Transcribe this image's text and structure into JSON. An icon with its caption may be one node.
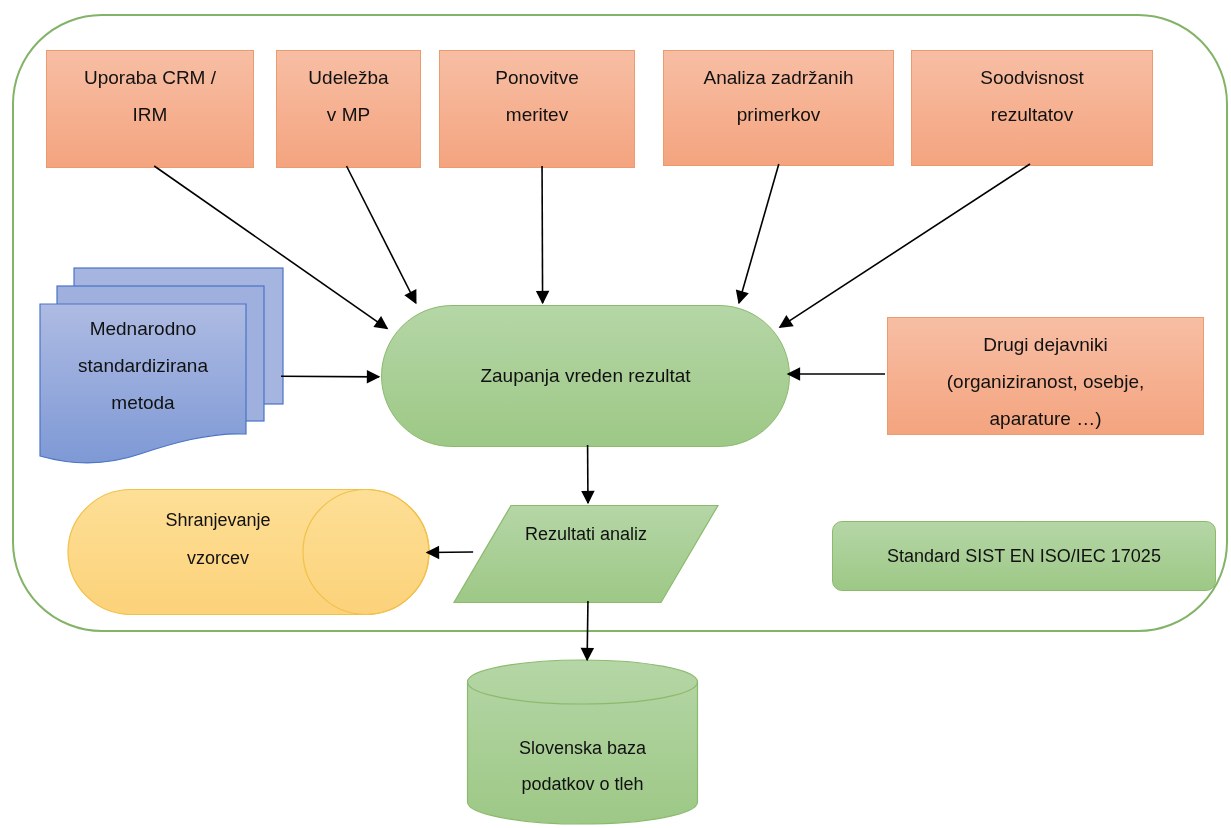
{
  "diagram": {
    "nodes": [
      {
        "text": [],
        "shape": "box"
      },
      {
        "text": [
          "Uporaba CRM / IRM"
        ],
        "in": 0
      },
      {
        "text": [
          "Udeležba v MP"
        ],
        "in": 0
      },
      {
        "text": [
          "Ponovitve meritev"
        ],
        "in": 0
      },
      {
        "text": [
          "Analiza zadržanih primerkov"
        ],
        "in": 0
      },
      {
        "text": [
          "Soodvisnost rezultatov"
        ],
        "in": 0
      },
      {
        "text": [
          "Mednarodno standardizirana metoda"
        ],
        "in": 0
      },
      {
        "text": [
          "Zaupanja vreden rezultat"
        ],
        "in": 0
      },
      {
        "text": [
          "Drugi dejavniki (organiziranost, osebje, aparature …)"
        ],
        "in": 0
      },
      {
        "text": [
          "Shranjevanje vzorcev"
        ],
        "in": 0
      },
      {
        "text": [
          "Rezultati analiz"
        ],
        "in": 0
      },
      {
        "text": [
          "Standard SIST EN ISO/IEC 17025"
        ],
        "in": 0
      },
      {
        "text": [
          "Slovenska baza podatkov o tleh"
        ]
      }
    ],
    "edges": [
      {
        "from": 1,
        "to": 7,
        "arrow": "to"
      },
      {
        "from": 2,
        "to": 7,
        "arrow": "to"
      },
      {
        "from": 3,
        "to": 7,
        "arrow": "to"
      },
      {
        "from": 4,
        "to": 7,
        "arrow": "to"
      },
      {
        "from": 5,
        "to": 7,
        "arrow": "to"
      },
      {
        "from": 6,
        "to": 7,
        "arrow": "to"
      },
      {
        "from": 8,
        "to": 7,
        "arrow": "to"
      },
      {
        "from": 7,
        "to": 10,
        "arrow": "to"
      },
      {
        "from": 10,
        "to": 9,
        "arrow": "to"
      },
      {
        "from": 10,
        "to": 12,
        "arrow": "to"
      }
    ]
  }
}
